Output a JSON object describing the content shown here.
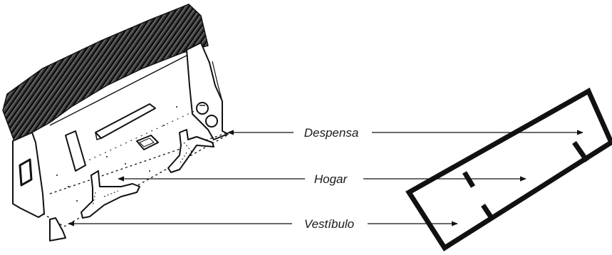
{
  "diagram": {
    "labels": {
      "despensa": "Despensa",
      "hogar": "Hogar",
      "vestibulo": "Vestíbulo"
    },
    "ink_color": "#111111",
    "background": "#ffffff"
  }
}
